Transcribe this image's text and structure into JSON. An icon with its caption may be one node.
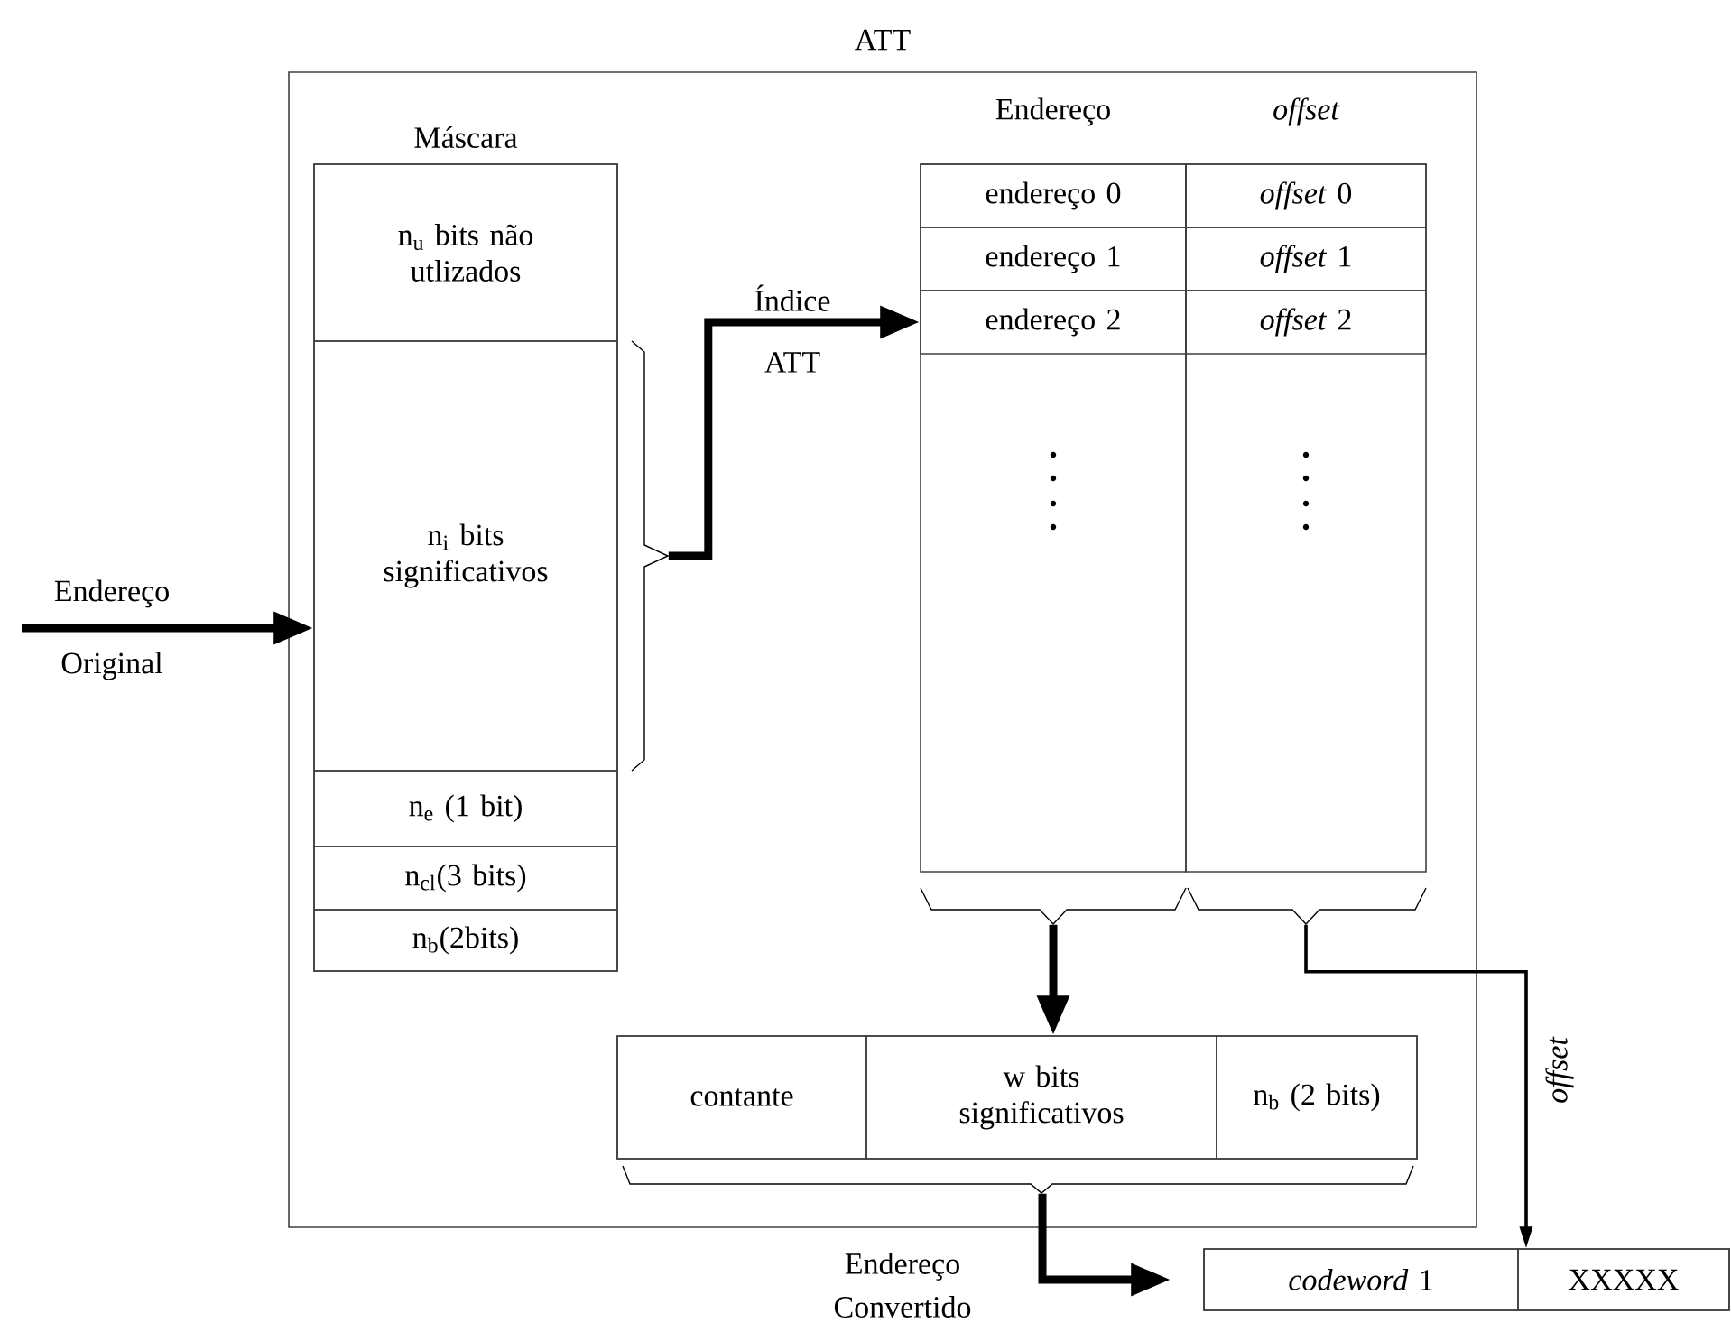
{
  "diagram": {
    "nodes": [
      {
        "text": [
          "ATT"
        ]
      },
      {
        "text": [
          "Máscara"
        ],
        "in": 0
      },
      {
        "text": [
          "n$_{u}$ bits não utlizados"
        ],
        "in": 1
      },
      {
        "text": [
          "n$_{i}$ bits significativos"
        ],
        "in": 1
      },
      {
        "text": [
          "n$_{e}$ (1 bit)"
        ],
        "in": 1
      },
      {
        "text": [
          "n$_{cl}$(3 bits)"
        ],
        "in": 1
      },
      {
        "text": [
          "n$_{b}$(2bits)"
        ],
        "in": 1
      },
      {
        "text": [
          "Endereço"
        ],
        "in": 0
      },
      {
        "text": [
          "endereço 0"
        ],
        "in": 7
      },
      {
        "text": [
          "endereço 1"
        ],
        "in": 7
      },
      {
        "text": [
          "endereço 2"
        ],
        "in": 7
      },
      {
        "text": [
          "offset"
        ],
        "in": 0
      },
      {
        "text": [
          "*offset* 0"
        ],
        "in": 11
      },
      {
        "text": [
          "*offset* 1"
        ],
        "in": 11
      },
      {
        "text": [
          "*offset* 2"
        ],
        "in": 11
      },
      {
        "text": [],
        "shape": "box",
        "in": 0
      },
      {
        "text": [
          "contante"
        ],
        "in": 15
      },
      {
        "text": [
          "w bits significativos"
        ],
        "in": 15
      },
      {
        "text": [
          "n$_{b}$ (2 bits)"
        ],
        "in": 15
      },
      {
        "text": [],
        "shape": "box"
      },
      {
        "text": [
          "*codeword* 1"
        ],
        "in": 19
      },
      {
        "text": [
          "XXXXX"
        ],
        "in": 19
      }
    ],
    "edges": [
      {
        "from": null,
        "to": 3,
        "arrow": "to",
        "label": "Endereço Original"
      },
      {
        "from": 3,
        "to": 10,
        "arrow": "to",
        "label": "Índice ATT"
      },
      {
        "from": 7,
        "to": 17,
        "arrow": "to"
      },
      {
        "from": 11,
        "to": 19,
        "arrow": "to",
        "label": "offset"
      },
      {
        "from": 15,
        "to": 19,
        "arrow": "to",
        "label": "Endereço Convertido"
      }
    ]
  }
}
